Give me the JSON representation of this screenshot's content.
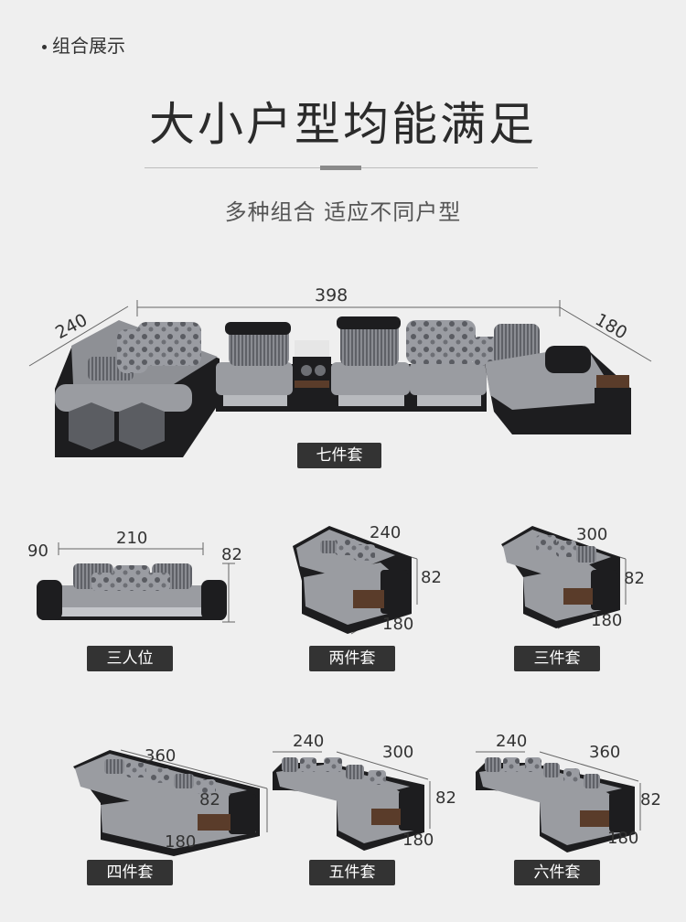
{
  "section": {
    "label": "组合展示"
  },
  "headline": "大小户型均能满足",
  "subline": "多种组合 适应不同户型",
  "main_set": {
    "dims": {
      "width": "398",
      "left_depth": "240",
      "right_depth": "180"
    },
    "label": "七件套"
  },
  "sets": [
    {
      "label": "三人位",
      "dims": {
        "depth": "90",
        "width": "210",
        "height": "82"
      }
    },
    {
      "label": "两件套",
      "dims": {
        "width": "240",
        "height": "82",
        "chaise": "180"
      }
    },
    {
      "label": "三件套",
      "dims": {
        "width": "300",
        "height": "82",
        "chaise": "180"
      }
    },
    {
      "label": "四件套",
      "dims": {
        "width": "360",
        "height": "82",
        "chaise": "180"
      }
    },
    {
      "label": "五件套",
      "dims": {
        "left": "240",
        "width": "300",
        "height": "82",
        "chaise": "180"
      }
    },
    {
      "label": "六件套",
      "dims": {
        "left": "240",
        "width": "360",
        "height": "82",
        "chaise": "180"
      }
    }
  ],
  "colors": {
    "background": "#efefef",
    "fabric": "#8d8f94",
    "leather": "#1c1c1e",
    "tag": "#333333"
  }
}
